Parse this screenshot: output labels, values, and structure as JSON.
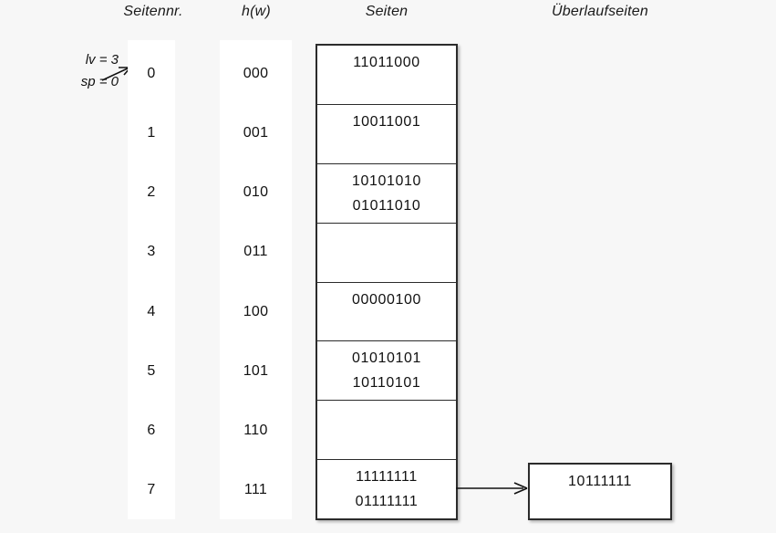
{
  "headers": {
    "page_number": "Seitennr.",
    "hash": "h(w)",
    "pages": "Seiten",
    "overflow_pages": "Überlaufseiten"
  },
  "annotation": {
    "level": "lv = 3",
    "split_pointer": "sp = 0",
    "arrow": "arrow-to-row-0"
  },
  "rows": [
    {
      "index": "0",
      "hash": "000",
      "records": [
        "11011000"
      ]
    },
    {
      "index": "1",
      "hash": "001",
      "records": [
        "10011001"
      ]
    },
    {
      "index": "2",
      "hash": "010",
      "records": [
        "10101010",
        "01011010"
      ]
    },
    {
      "index": "3",
      "hash": "011",
      "records": []
    },
    {
      "index": "4",
      "hash": "100",
      "records": [
        "00000100"
      ]
    },
    {
      "index": "5",
      "hash": "101",
      "records": [
        "01010101",
        "10110101"
      ]
    },
    {
      "index": "6",
      "hash": "110",
      "records": []
    },
    {
      "index": "7",
      "hash": "111",
      "records": [
        "11111111",
        "01111111"
      ]
    }
  ],
  "overflow": {
    "from_row": "7",
    "records": [
      "10111111"
    ]
  },
  "colors": {
    "background": "#f7f7f7",
    "cell_background": "#ffffff",
    "border": "#2b2b2b",
    "text": "#111111"
  }
}
